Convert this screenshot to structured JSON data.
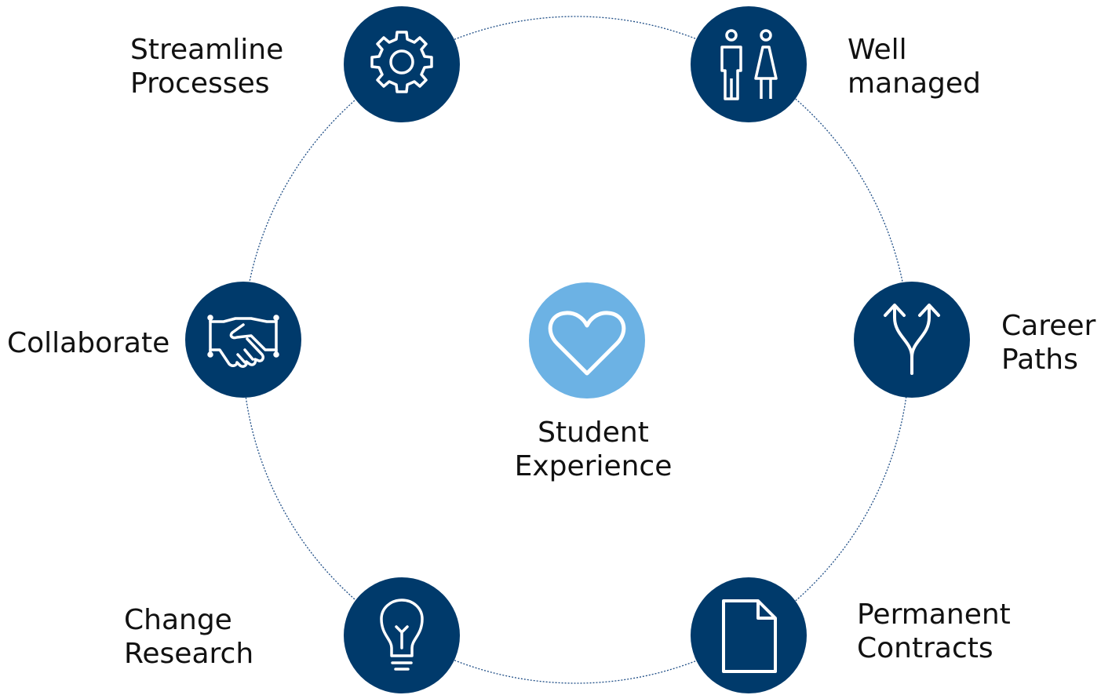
{
  "colors": {
    "node_fill": "#003a6b",
    "center_fill": "#6cb2e4",
    "icon_stroke": "#ffffff",
    "ring_stroke": "#1f4e86",
    "text": "#111111"
  },
  "center": {
    "icon": "heart-icon",
    "label_line1": "Student",
    "label_line2": "Experience"
  },
  "nodes": [
    {
      "id": "streamline",
      "icon": "gear-icon",
      "label_line1": "Streamline",
      "label_line2": "Processes"
    },
    {
      "id": "well-managed",
      "icon": "people-icon",
      "label_line1": "Well",
      "label_line2": "managed"
    },
    {
      "id": "career-paths",
      "icon": "fork-arrows-icon",
      "label_line1": "Career",
      "label_line2": "Paths"
    },
    {
      "id": "permanent-contracts",
      "icon": "document-icon",
      "label_line1": "Permanent",
      "label_line2": "Contracts"
    },
    {
      "id": "change-research",
      "icon": "lightbulb-icon",
      "label_line1": "Change",
      "label_line2": "Research"
    },
    {
      "id": "collaborate",
      "icon": "handshake-icon",
      "label_line1": "Collaborate",
      "label_line2": ""
    }
  ]
}
